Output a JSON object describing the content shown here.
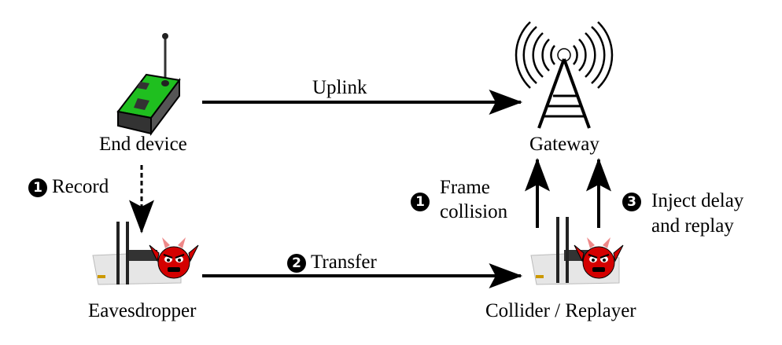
{
  "nodes": {
    "end_device": {
      "label": "End device"
    },
    "gateway": {
      "label": "Gateway"
    },
    "eavesdropper": {
      "label": "Eavesdropper"
    },
    "collider": {
      "label": "Collider / Replayer"
    }
  },
  "edges": {
    "uplink": {
      "label": "Uplink"
    },
    "record": {
      "step": "1",
      "label": "Record"
    },
    "transfer": {
      "step": "2",
      "label": "Transfer"
    },
    "frame_collision": {
      "step": "1",
      "line1": "Frame",
      "line2": "collision"
    },
    "inject": {
      "step": "3",
      "line1": "Inject delay",
      "line2": "and replay"
    }
  },
  "colors": {
    "device_green": "#1fbf1f",
    "device_dark": "#3a3a3a",
    "devil_red": "#d40000",
    "router_body": "#e6e6e6",
    "arrow": "#000000"
  }
}
